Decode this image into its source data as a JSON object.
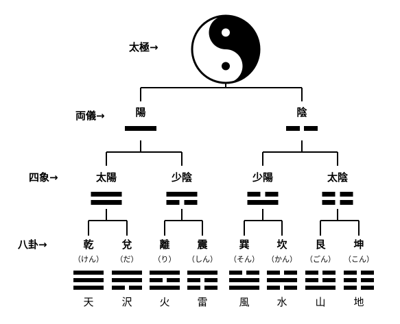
{
  "rows": {
    "taikyoku": "太極→",
    "ryougi": "両儀→",
    "shishou": "四象→",
    "hakke": "八卦→"
  },
  "ryougi": [
    {
      "name": "陽",
      "lines": [
        1
      ]
    },
    {
      "name": "陰",
      "lines": [
        0
      ]
    }
  ],
  "shishou": [
    {
      "name": "太陽",
      "lines": [
        1,
        1
      ]
    },
    {
      "name": "少陰",
      "lines": [
        0,
        1
      ]
    },
    {
      "name": "少陽",
      "lines": [
        1,
        0
      ]
    },
    {
      "name": "太陰",
      "lines": [
        0,
        0
      ]
    }
  ],
  "hakke": [
    {
      "name": "乾",
      "reading": "（けん）",
      "meaning": "天",
      "lines": [
        1,
        1,
        1
      ]
    },
    {
      "name": "兌",
      "reading": "（だ）",
      "meaning": "沢",
      "lines": [
        0,
        1,
        1
      ]
    },
    {
      "name": "離",
      "reading": "（り）",
      "meaning": "火",
      "lines": [
        1,
        0,
        1
      ]
    },
    {
      "name": "震",
      "reading": "（しん）",
      "meaning": "雷",
      "lines": [
        0,
        0,
        1
      ]
    },
    {
      "name": "巽",
      "reading": "（そん）",
      "meaning": "風",
      "lines": [
        1,
        1,
        0
      ]
    },
    {
      "name": "坎",
      "reading": "（かん）",
      "meaning": "水",
      "lines": [
        0,
        1,
        0
      ]
    },
    {
      "name": "艮",
      "reading": "（ごん）",
      "meaning": "山",
      "lines": [
        1,
        0,
        0
      ]
    },
    {
      "name": "坤",
      "reading": "（こん）",
      "meaning": "地",
      "lines": [
        0,
        0,
        0
      ]
    }
  ],
  "colors": {
    "ink": "#000000",
    "paper": "#ffffff"
  }
}
